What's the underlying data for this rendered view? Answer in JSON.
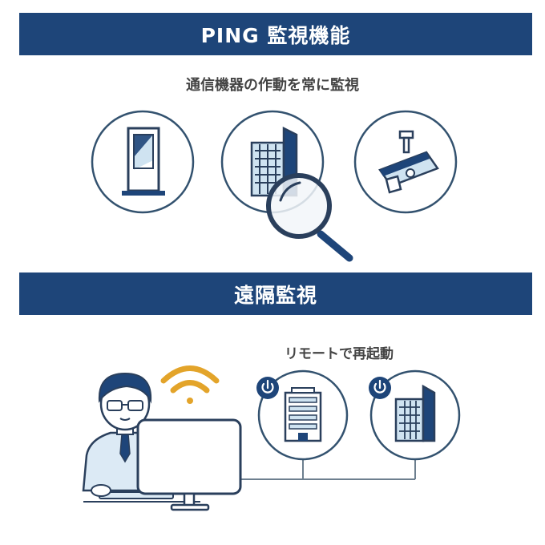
{
  "sections": [
    {
      "title": "PING 監視機能",
      "subtitle": "通信機器の作動を常に監視"
    },
    {
      "title": "遠隔監視",
      "label": "リモートで再起動"
    }
  ],
  "colors": {
    "navy": "#1e4579",
    "outline": "#2a3f5c",
    "circle_stroke": "#33526f",
    "light_blue": "#cfe3f1",
    "wifi": "#e3a42a",
    "line": "#6d7f8f"
  },
  "icons": {
    "item_1": "door-icon",
    "item_2": "building-with-magnifier-icon",
    "item_3": "security-camera-icon",
    "operator": "operator-at-computer-icon",
    "signal": "wifi-icon",
    "power": "power-button-icon"
  }
}
